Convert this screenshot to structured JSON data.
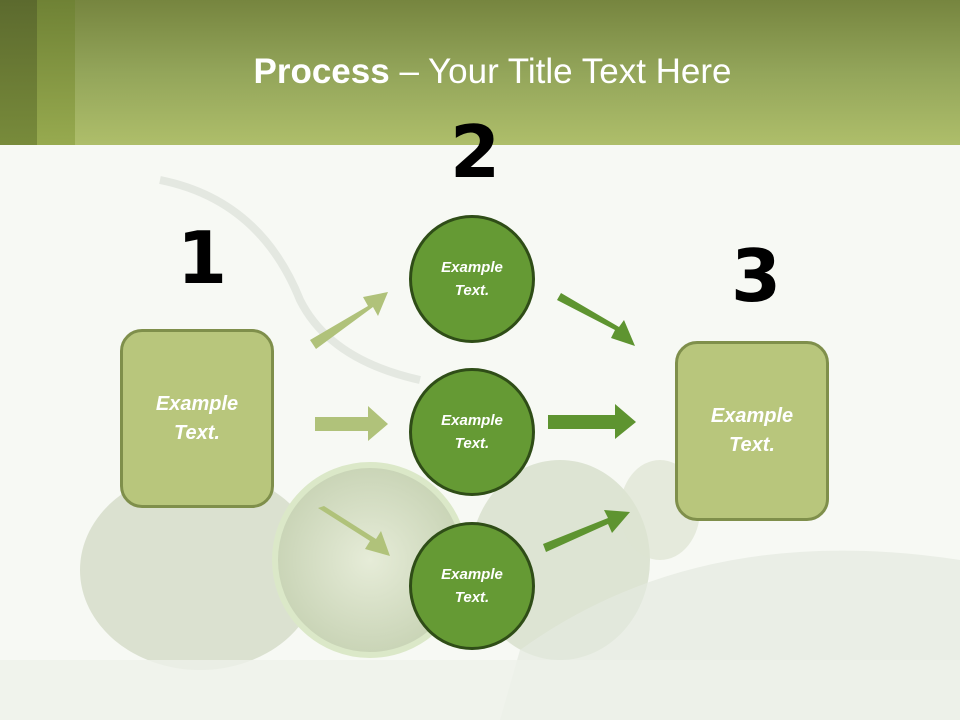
{
  "slide": {
    "title_bold": "Process",
    "title_rest": " – Your Title Text Here"
  },
  "steps": [
    {
      "number": "1",
      "label": "Example Text."
    },
    {
      "number": "2",
      "items": [
        {
          "label": "Example Text."
        },
        {
          "label": "Example Text."
        },
        {
          "label": "Example Text."
        }
      ]
    },
    {
      "number": "3",
      "label": "Example Text."
    }
  ],
  "colors": {
    "header": "#93a55a",
    "box_fill": "#b8c67c",
    "box_border": "#7f8f4b",
    "circle_fill": "#659a34",
    "circle_border": "#2f4d17",
    "arrow_light": "#b0c27a",
    "arrow_dark": "#5e9430"
  }
}
